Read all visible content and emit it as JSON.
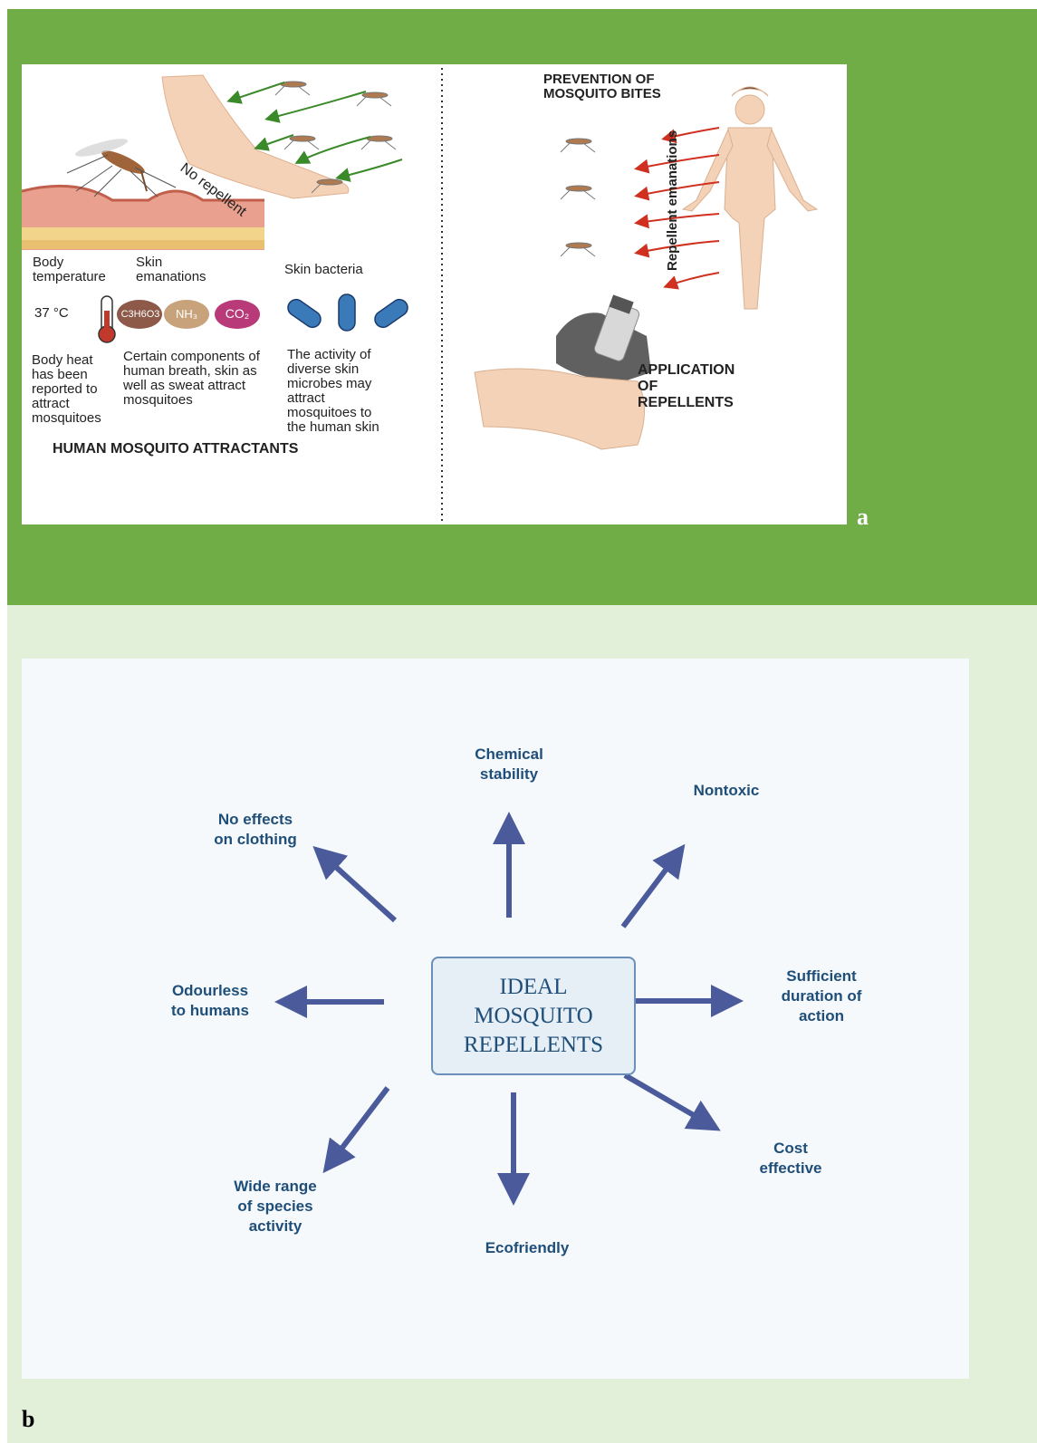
{
  "panel_a": {
    "letter": "a",
    "no_repellent": "No repellent",
    "body_temperature": "Body\ntemperature",
    "skin_emanations": "Skin\nemanations",
    "skin_bacteria": "Skin bacteria",
    "temp_value": "37 °C",
    "chem_1": "C3H6O3",
    "chem_2": "NH₃",
    "chem_3": "CO₂",
    "body_heat_desc": "Body heat\nhas been\nreported to\nattract\nmosquitoes",
    "components_desc": "Certain components of\nhuman breath, skin as\nwell as sweat attract\nmosquitoes",
    "activity_desc": "The activity of\ndiverse skin\nmicrobes may\nattract\nmosquitoes to\nthe human skin",
    "attractants_title": "HUMAN MOSQUITO ATTRACTANTS",
    "prevention_title": "PREVENTION OF\nMOSQUITO BITES",
    "repellent_emanations": "Repellent emanations",
    "application_title": "APPLICATION\nOF\nREPELLENTS"
  },
  "panel_b": {
    "letter": "b",
    "center": "IDEAL\nMOSQUITO\nREPELLENTS",
    "properties": {
      "chemical_stability": "Chemical\nstability",
      "nontoxic": "Nontoxic",
      "no_effects_clothing": "No effects\non clothing",
      "odourless": "Odourless\nto humans",
      "sufficient_duration": "Sufficient\nduration of\naction",
      "cost_effective": "Cost\neffective",
      "wide_range": "Wide range\nof species\nactivity",
      "ecofriendly": "Ecofriendly"
    }
  },
  "colors": {
    "panel_a_bg": "#70ad47",
    "panel_b_bg": "#e2efd9",
    "arrow": "#4a5a9a",
    "label_text": "#1f4e79"
  }
}
